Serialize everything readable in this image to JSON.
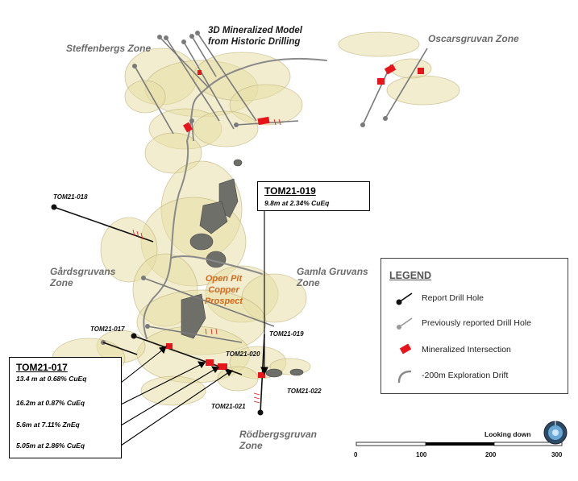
{
  "zones": {
    "steffenbergs": "Steffenbergs Zone",
    "oscarsgruvan": "Oscarsgruvan Zone",
    "gardsgruvans_1": "Gårdsgruvans",
    "gardsgruvans_2": "Zone",
    "gamla_1": "Gamla Gruvans",
    "gamla_2": "Zone",
    "rodbergsgruvan_1": "Rödbergsgruvan",
    "rodbergsgruvan_2": "Zone"
  },
  "model_label": {
    "line1": "3D Mineralized Model",
    "line2": "from Historic Drilling"
  },
  "open_pit": {
    "line1": "Open Pit",
    "line2": "Copper",
    "line3": "Prospect"
  },
  "holes": {
    "tom21_018": "TOM21-018",
    "tom21_017": "TOM21-017",
    "tom21_019": "TOM21-019",
    "tom21_020": "TOM21-020",
    "tom21_021": "TOM21-021",
    "tom21_022": "TOM21-022"
  },
  "callout_019": {
    "title": "TOM21-019",
    "line1": "9.8m at 2.34% CuEq"
  },
  "callout_017": {
    "title": "TOM21-017",
    "line1": "13.4 m at 0.68% CuEq",
    "line2": "16.2m at 0.87% CuEq",
    "line3": "5.6m at 7.11% ZnEq",
    "line4": "5.05m at 2.86% CuEq"
  },
  "legend": {
    "title": "LEGEND",
    "items": [
      {
        "label": "Report Drill Hole",
        "icon": "black-drill-hole-icon"
      },
      {
        "label": "Previously reported Drill Hole",
        "icon": "grey-drill-hole-icon"
      },
      {
        "label": "Mineralized Intersection",
        "icon": "red-intersection-icon"
      },
      {
        "label": "-200m Exploration Drift",
        "icon": "drift-curve-icon"
      }
    ]
  },
  "scale_bar": {
    "labels": [
      "0",
      "100",
      "200",
      "300"
    ]
  },
  "looking_down": "Looking down",
  "colors": {
    "mineral_model": "#e8dfa6",
    "mineral_outline": "#bdb27a",
    "intersection": "#e8141b",
    "drift": "#8a8a8a",
    "report_hole": "#111111",
    "previous_hole": "#7a7a7a",
    "open_pit_label": "#d2691e"
  }
}
